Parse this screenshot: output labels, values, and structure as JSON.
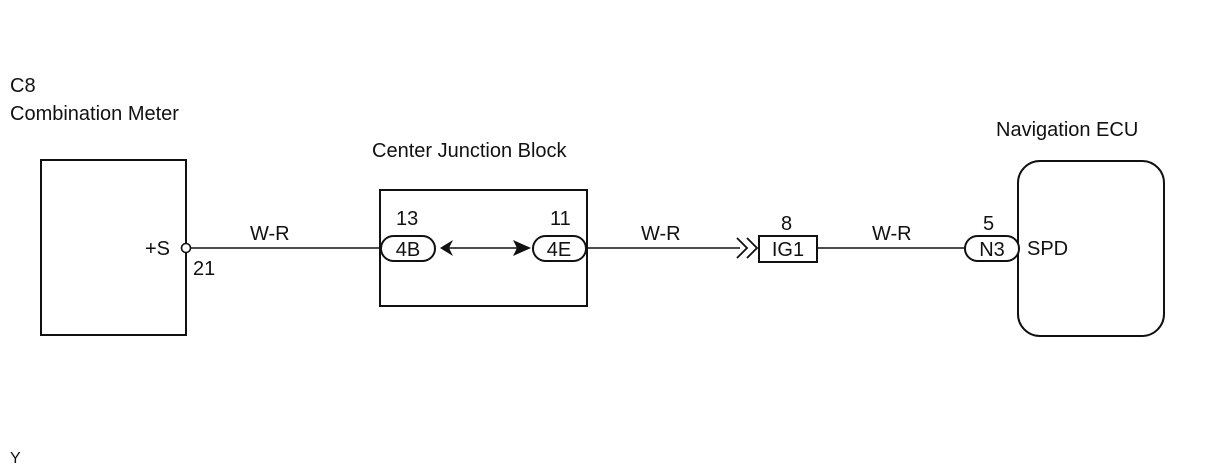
{
  "combination_meter": {
    "code": "C8",
    "name": "Combination Meter",
    "terminal_label": "+S",
    "pin": "21"
  },
  "junction_block": {
    "name": "Center Junction Block",
    "left_connector": {
      "pin": "13",
      "code": "4B"
    },
    "right_connector": {
      "pin": "11",
      "code": "4E"
    }
  },
  "ig1_connector": {
    "pin": "8",
    "code": "IG1"
  },
  "navigation_ecu": {
    "name": "Navigation ECU",
    "pin": "5",
    "connector": "N3",
    "terminal_label": "SPD"
  },
  "wires": {
    "meter_to_jb": "W-R",
    "jb_to_ig1": "W-R",
    "ig1_to_ecu": "W-R"
  },
  "footer_mark": "Y",
  "colors": {
    "line": "#111111",
    "background": "#ffffff"
  }
}
